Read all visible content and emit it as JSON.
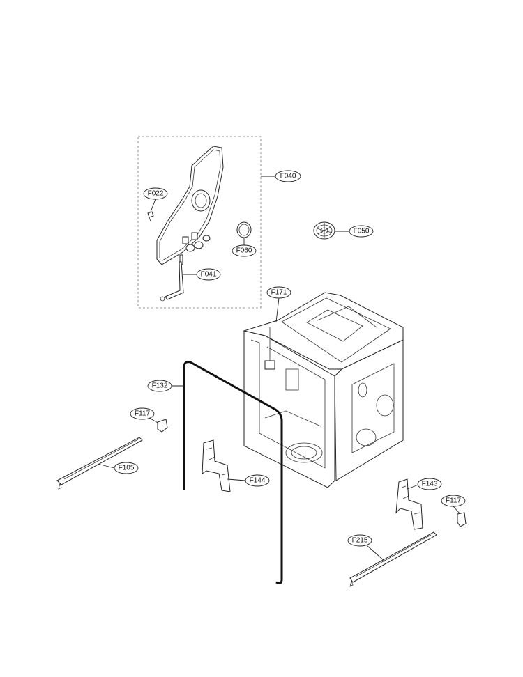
{
  "labels": {
    "F040": "F040",
    "F022": "F022",
    "F060": "F060",
    "F041": "F041",
    "F050": "F050",
    "F171": "F171",
    "F132": "F132",
    "F117_left": "F117",
    "F105": "F105",
    "F144": "F144",
    "F143": "F143",
    "F117_right": "F117",
    "F215": "F215"
  }
}
